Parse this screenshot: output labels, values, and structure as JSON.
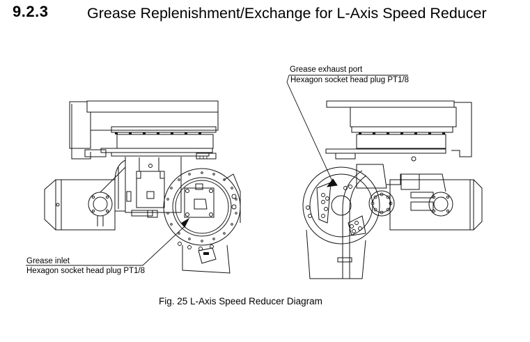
{
  "section": {
    "number": "9.2.3",
    "title": "Grease Replenishment/Exchange for L-Axis Speed Reducer"
  },
  "figure": {
    "caption": "Fig. 25  L-Axis Speed Reducer Diagram",
    "callouts": {
      "inlet": {
        "name": "Grease inlet",
        "detail": "Hexagon socket head plug PT1/8"
      },
      "exhaust": {
        "name": "Grease exhaust port",
        "detail": "Hexagon socket head plug PT1/8"
      }
    }
  }
}
